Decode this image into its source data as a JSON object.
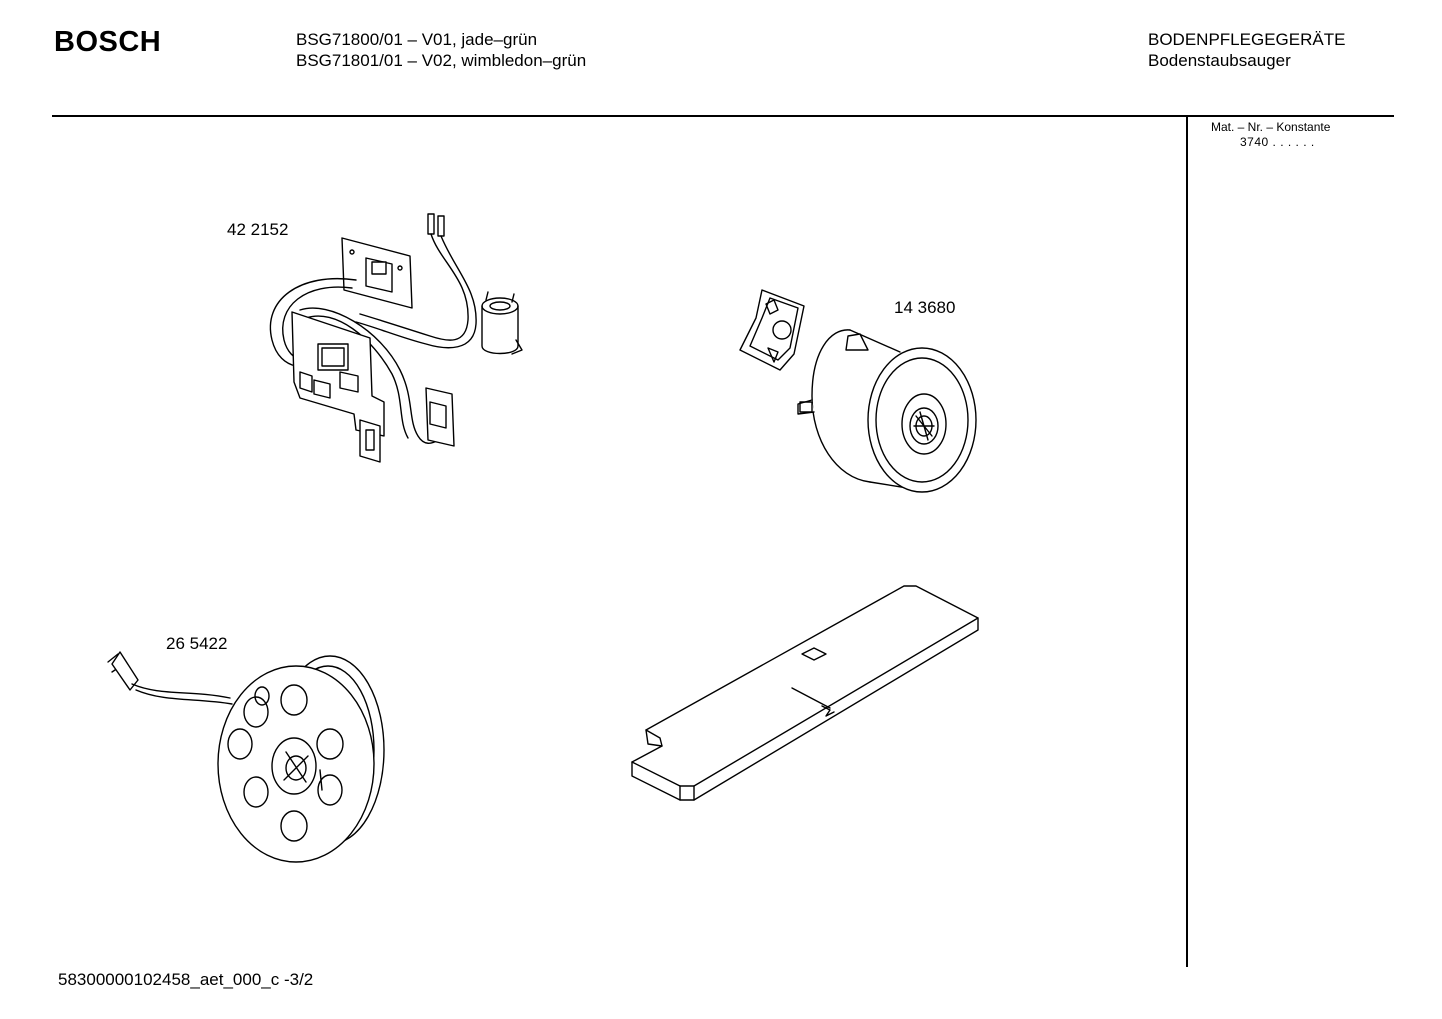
{
  "header": {
    "brand": "BOSCH",
    "models": [
      "BSG71800/01 – V01, jade–grün",
      "BSG71801/01 – V02, wimbledon–grün"
    ],
    "category": "BODENPFLEGEGERÄTE",
    "subcategory": "Bodenstaubsauger"
  },
  "material_box": {
    "label": "Mat. – Nr. – Konstante",
    "value": "3740 .  .  .  .  .  ."
  },
  "parts": [
    {
      "id": "circuit-board",
      "label": "42 2152"
    },
    {
      "id": "motor",
      "label": "14 3680"
    },
    {
      "id": "cable-reel",
      "label": "26  5422"
    },
    {
      "id": "insulation-plate",
      "label": ""
    }
  ],
  "footer": {
    "document_id": "58300000102458_aet_000_c    -3/2"
  }
}
